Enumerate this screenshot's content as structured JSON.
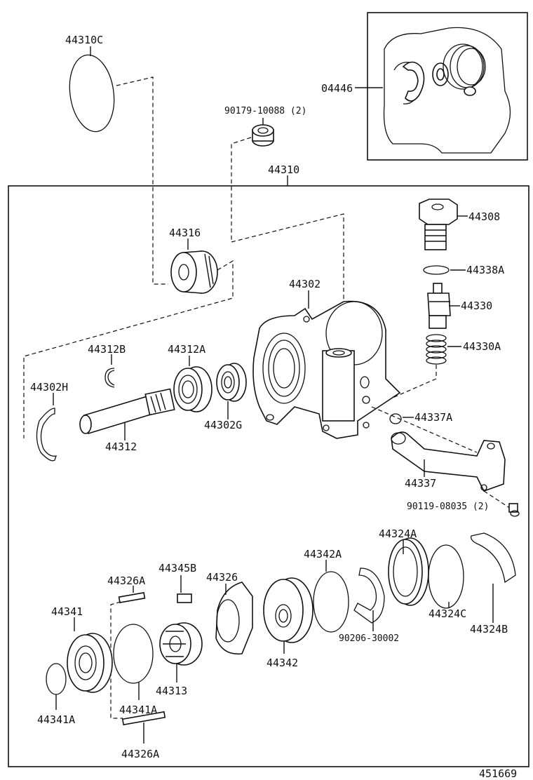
{
  "diagram": {
    "figure_number": "451669",
    "labels": {
      "l44310C": "44310C",
      "l90179": "90179-10088 (2)",
      "l04446": "04446",
      "l44310": "44310",
      "l44308": "44308",
      "l44316": "44316",
      "l44338A": "44338A",
      "l44302": "44302",
      "l44330": "44330",
      "l44312B": "44312B",
      "l44312A": "44312A",
      "l44330A": "44330A",
      "l44302H": "44302H",
      "l44337A": "44337A",
      "l44302G": "44302G",
      "l44312": "44312",
      "l44337": "44337",
      "l90119": "90119-08035 (2)",
      "l44324A": "44324A",
      "l44342A": "44342A",
      "l44345B": "44345B",
      "l44326": "44326",
      "l44326A_top": "44326A",
      "l44341": "44341",
      "l44324C": "44324C",
      "l44324B": "44324B",
      "l90206": "90206-30002",
      "l44342": "44342",
      "l44313": "44313",
      "l44341A_mid": "44341A",
      "l44341A_left": "44341A",
      "l44326A_bot": "44326A"
    }
  }
}
